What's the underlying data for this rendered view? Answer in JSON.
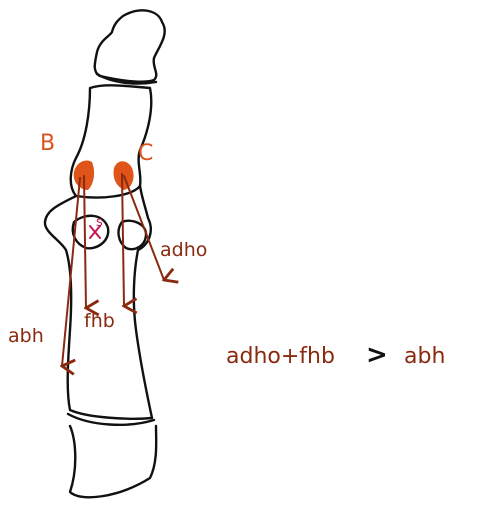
{
  "colors": {
    "outline": "#111111",
    "arrow": "#8a2a10",
    "insertion": "#e0541a",
    "letters": "#d9541e",
    "sesamoid_mark": "#c2185b"
  },
  "labels": {
    "b": "B",
    "c": "C",
    "s": "s",
    "adho": "adho",
    "fhb": "fhb",
    "abh": "abh"
  },
  "equation": {
    "lhs": "adho+fhb",
    "operator": ">",
    "rhs": "abh"
  }
}
